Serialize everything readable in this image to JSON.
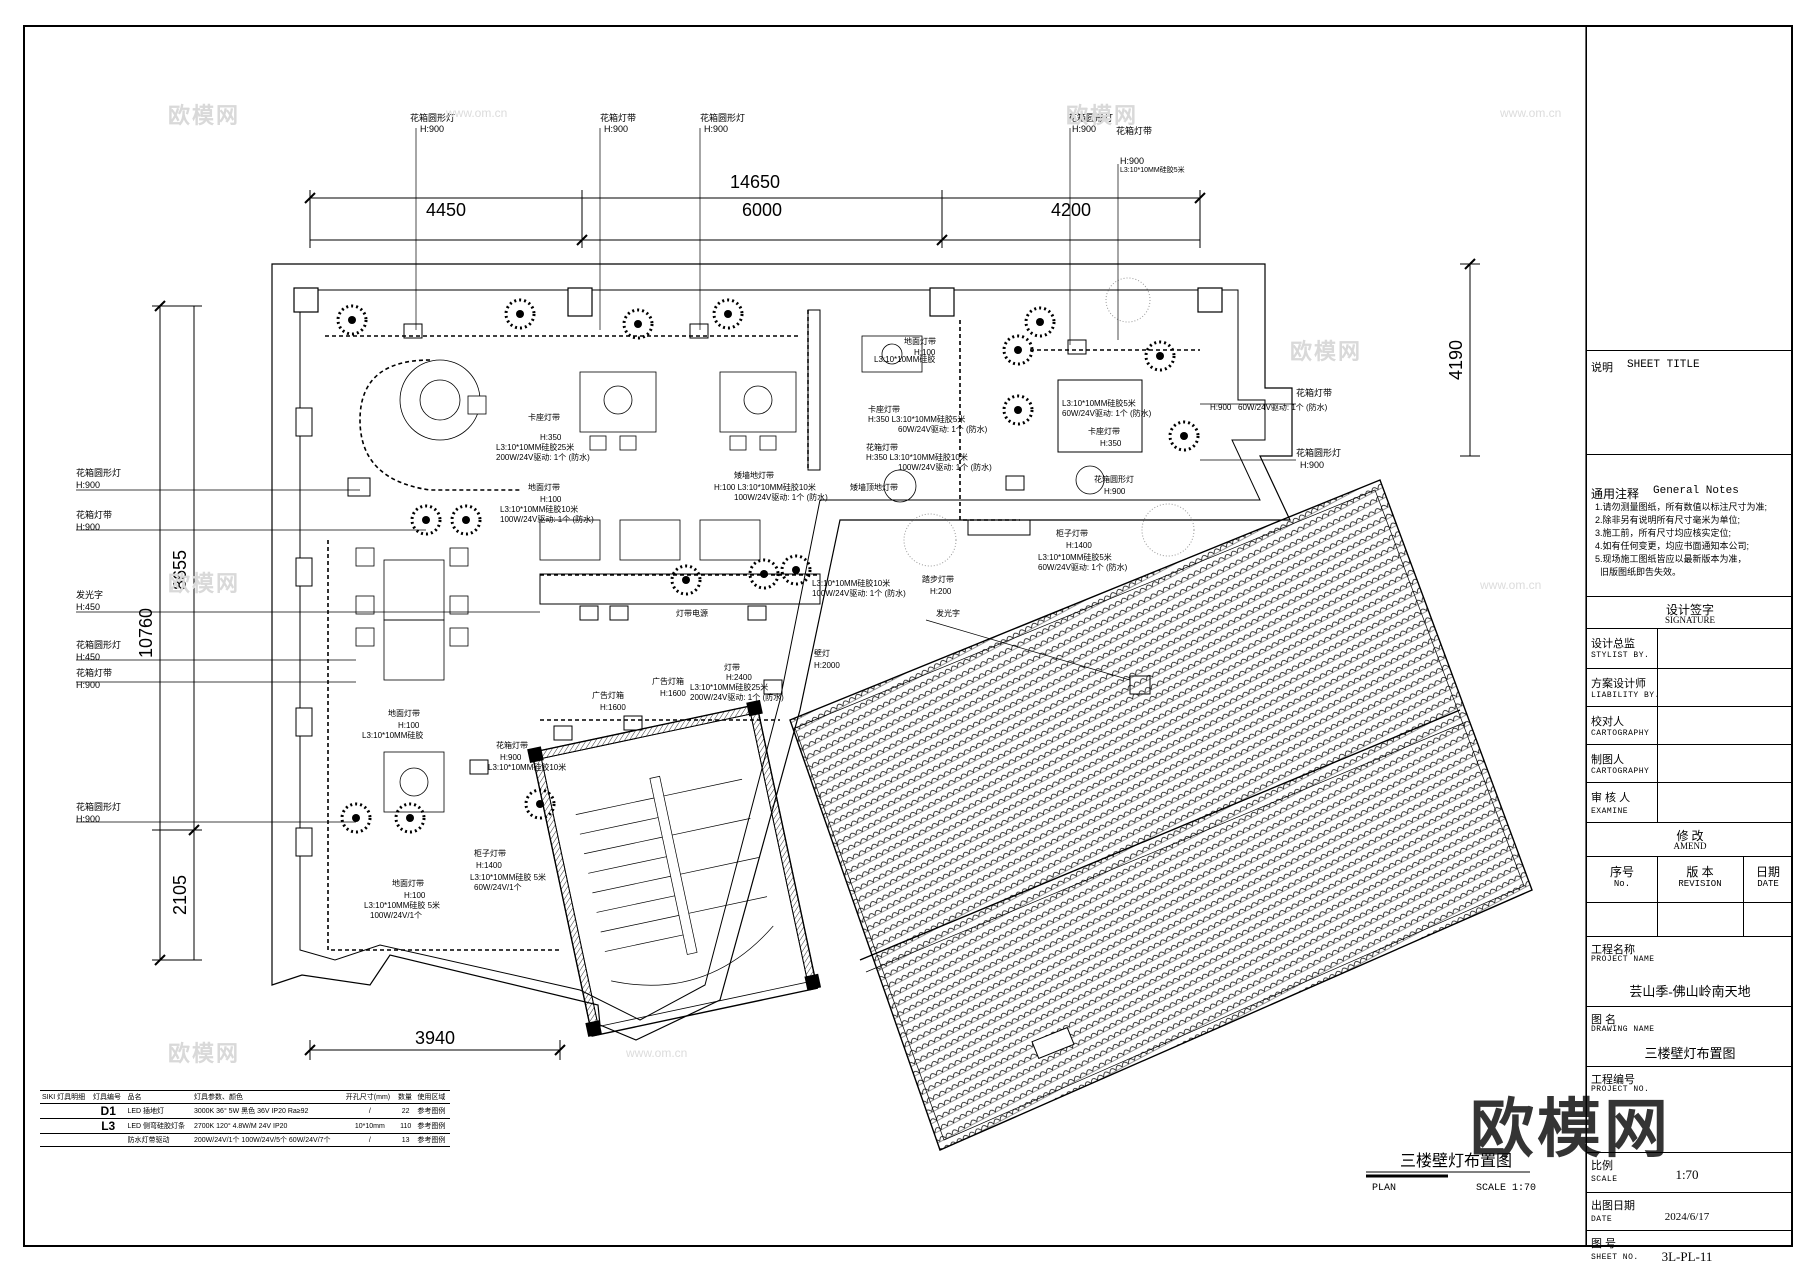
{
  "sheet_title": {
    "label": "说明",
    "label_en": "SHEET TITLE"
  },
  "notes": {
    "title": "通用注释",
    "title_en": "General Notes",
    "items": [
      "1.请勿测量图纸，所有数值以标注尺寸为准;",
      "2.除非另有说明所有尺寸毫米为单位;",
      "3.施工前，所有尺寸均应核实定位;",
      "4.如有任何变更，均应书面通知本公司;",
      "5.现场施工图纸皆应以最新版本为准，",
      "  旧版图纸即告失效。"
    ]
  },
  "signature": {
    "title": "设计签字",
    "title_en": "SIGNATURE"
  },
  "roles": [
    {
      "cn": "设计总监",
      "en": "STYLIST BY."
    },
    {
      "cn": "方案设计师",
      "en": "LIABILITY BY."
    },
    {
      "cn": "校对人",
      "en": "CARTOGRAPHY"
    },
    {
      "cn": "制图人",
      "en": "CARTOGRAPHY"
    },
    {
      "cn": "审 核 人",
      "en": "EXAMINE"
    }
  ],
  "amend": {
    "title": "修 改",
    "title_en": "AMEND",
    "cols": [
      {
        "cn": "序号",
        "en": "No."
      },
      {
        "cn": "版 本",
        "en": "REVISION"
      },
      {
        "cn": "日期",
        "en": "DATE"
      }
    ]
  },
  "project": {
    "label": "工程名称",
    "label_en": "PROJECT NAME",
    "value": "芸山季-佛山岭南天地"
  },
  "drawing": {
    "label": "图 名",
    "label_en": "DRAWING NAME",
    "value": "三楼壁灯布置图"
  },
  "project_no": {
    "label": "工程编号",
    "label_en": "PROJECT NO."
  },
  "scale": {
    "label": "比例",
    "label_en": "SCALE",
    "value": "1:70"
  },
  "date": {
    "label": "出图日期",
    "label_en": "DATE",
    "value": "2024/6/17"
  },
  "sheet_no": {
    "label": "图 号",
    "label_en": "SHEET NO.",
    "value": "3L-PL-11"
  },
  "plan": {
    "title": "三楼壁灯布置图",
    "sub_left": "PLAN",
    "sub_right": "SCALE 1:70"
  },
  "dimensions": {
    "top_total": "14650",
    "top_a": "4450",
    "top_b": "6000",
    "top_c": "4200",
    "left_total": "10760",
    "left_a": "8655",
    "left_b": "2105",
    "right": "4190",
    "bottom": "3940"
  },
  "left_callouts": [
    {
      "name": "花箱圆形灯",
      "h": "H:900"
    },
    {
      "name": "花箱灯带",
      "h": "H:900"
    },
    {
      "name": "发光字",
      "h": "H:450"
    },
    {
      "name": "花箱圆形灯",
      "h": "H:450"
    },
    {
      "name": "花箱灯带",
      "h": "H:900"
    },
    {
      "name": "花箱圆形灯",
      "h": "H:900"
    }
  ],
  "top_callouts": [
    {
      "name": "花箱圆形灯",
      "h": "H:900"
    },
    {
      "name": "花箱灯带",
      "h": "H:900"
    },
    {
      "name": "花箱圆形灯",
      "h": "H:900"
    },
    {
      "name": "花箱圆形灯",
      "h": "H:900"
    },
    {
      "name": "花箱灯带",
      "h": "H:900",
      "spec": "L3:10*10MM硅胶5米"
    }
  ],
  "right_callouts": [
    {
      "name": "花箱灯带",
      "h": "H:900",
      "spec": "60W/24V驱动: 1个 (防水)"
    },
    {
      "name": "花箱圆形灯",
      "h": "H:900"
    }
  ],
  "inner_labels": [
    {
      "name": "地面灯带",
      "l1": "H:100",
      "l2": "L3:10*10MM硅胶"
    },
    {
      "name": "卡座灯带",
      "l1": "H:350",
      "l2": "L3:10*10MM硅胶25米",
      "l3": "200W/24V驱动: 1个 (防水)"
    },
    {
      "name": "地面灯带",
      "l1": "H:100",
      "l2": "L3:10*10MM硅胶10米",
      "l3": "100W/24V驱动: 1个 (防水)"
    },
    {
      "name": "矮墙地灯带",
      "l1": "H:100 L3:10*10MM硅胶10米",
      "l2": "100W/24V驱动: 1个 (防水)"
    },
    {
      "name": "矮墙顶地灯带",
      "l1": ""
    },
    {
      "name": "卡座灯带",
      "l1": "H:350 L3:10*10MM硅胶5米",
      "l2": "60W/24V驱动: 1个 (防水)"
    },
    {
      "name": "花箱灯带",
      "l1": "H:350 L3:10*10MM硅胶10米",
      "l2": "100W/24V驱动: 1个 (防水)"
    },
    {
      "name": "卡座灯带",
      "l1": "H:350",
      "l2": "L3:10*10MM硅胶5米",
      "l3": "60W/24V驱动: 1个 (防水)"
    },
    {
      "name": "花箱圆形灯",
      "l1": "H:900"
    },
    {
      "name": "柜子灯带",
      "l1": "H:1400",
      "l2": "L3:10*10MM硅胶5米",
      "l3": "60W/24V驱动: 1个 (防水)"
    },
    {
      "name": "踏步灯带",
      "l1": "H:200"
    },
    {
      "name": "L3:10*10MM硅胶10米",
      "l1": "100W/24V驱动: 1个 (防水)"
    },
    {
      "name": "灯带电源",
      "l1": ""
    },
    {
      "name": "发光字",
      "l1": ""
    },
    {
      "name": "灯带",
      "l1": "H:2400",
      "l2": "L3:10*10MM硅胶25米",
      "l3": "200W/24V驱动: 1个 (防水)"
    },
    {
      "name": "壁灯",
      "l1": "H:2000"
    },
    {
      "name": "广告灯箱",
      "l1": "H:1600"
    },
    {
      "name": "广告灯箱",
      "l1": "H:1600"
    },
    {
      "name": "地面灯带",
      "l1": "H:100",
      "l2": "L3:10*10MM硅胶"
    },
    {
      "name": "花箱灯带",
      "l1": "H:900",
      "l2": "L3:10*10MM硅胶10米"
    },
    {
      "name": "柜子灯带",
      "l1": "H:1400",
      "l2": "L3:10*10MM硅胶 5米",
      "l3": "60W/24V/1个"
    },
    {
      "name": "地面灯带",
      "l1": "H:100",
      "l2": "L3:10*10MM硅胶 5米",
      "l3": "100W/24V/1个"
    }
  ],
  "legend": {
    "header": [
      "SIKI 灯具明细",
      "灯具编号",
      "品名",
      "灯具参数、颜色",
      "开孔尺寸(mm)",
      "数量",
      "使用区域"
    ],
    "rows": [
      [
        "",
        "D1",
        "LED 插地灯",
        "3000K 36° 5W 黑色 36V IP20 Ra≥92",
        "/",
        "22",
        "参考图例"
      ],
      [
        "",
        "L3",
        "LED 侧弯硅胶灯条",
        "2700K 120° 4.8W/M 24V IP20",
        "10*10mm",
        "110",
        "参考图例"
      ],
      [
        "",
        "",
        "防水灯带驱动",
        "200W/24V/1个 100W/24V/5个 60W/24V/7个",
        "/",
        "13",
        "参考图例"
      ]
    ]
  },
  "watermark": {
    "brand": "欧模网",
    "site": "www.om.cn"
  }
}
